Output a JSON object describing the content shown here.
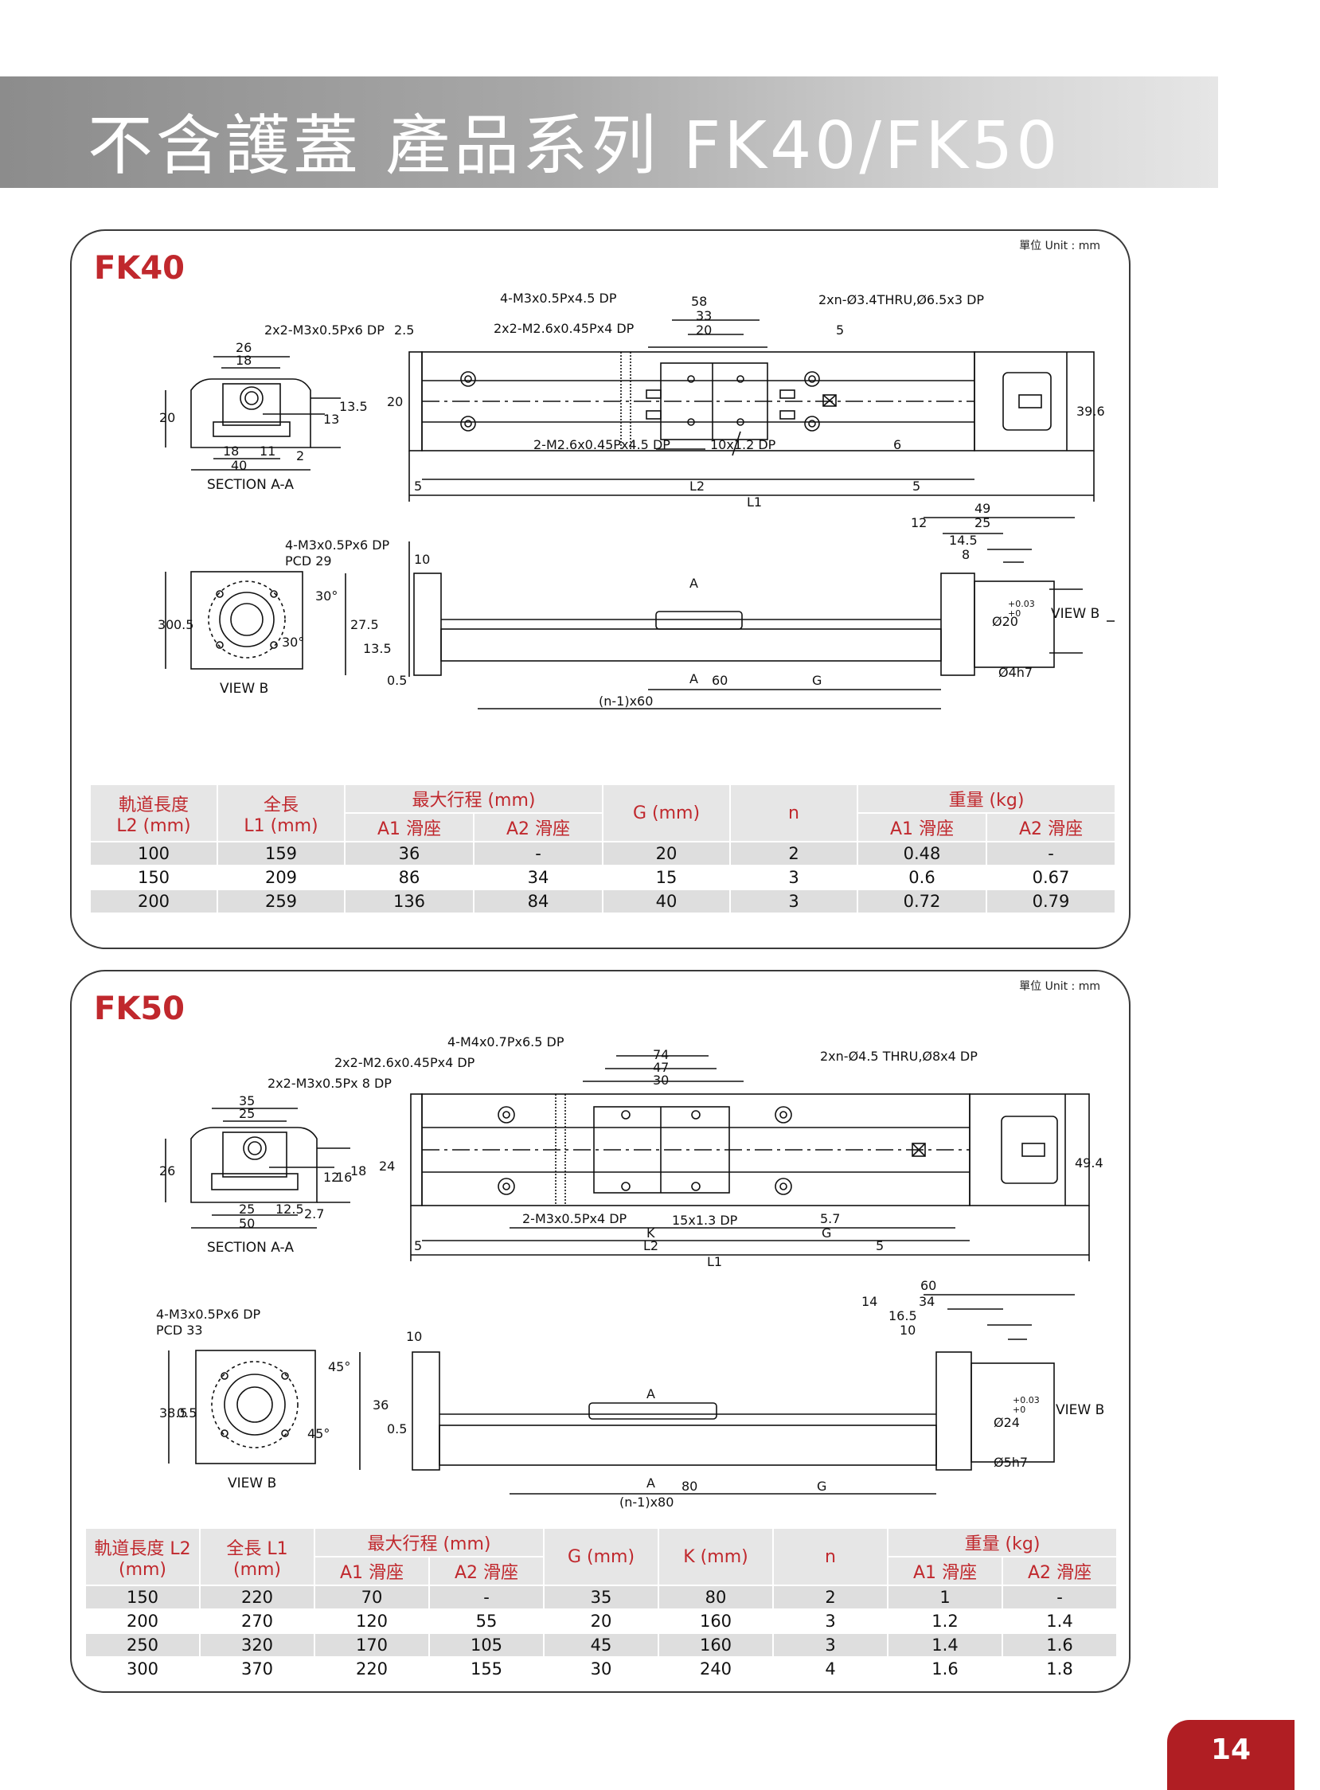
{
  "header": {
    "title": "不含護蓋 產品系列 FK40/FK50"
  },
  "unit_label": "單位 Unit : mm",
  "fk40": {
    "title": "FK40",
    "drawing": {
      "callouts": {
        "c1": "4-M3x0.5Px4.5 DP",
        "c2": "2x2-M3x0.5Px6 DP",
        "c3": "2x2-M2.6x0.45Px4 DP",
        "c4": "2xn-Ø3.4THRU,Ø6.5x3 DP",
        "c5": "2-M2.6x0.45Px4.5 DP",
        "c6": "10x1.2 DP",
        "c7": "4-M3x0.5Px6 DP",
        "c8": "PCD 29"
      },
      "dims": {
        "d58": "58",
        "d33": "33",
        "d20": "20",
        "d5a": "5",
        "d25a": "2.5",
        "d26": "26",
        "d18": "18",
        "d20l": "20",
        "d13": "13",
        "d135": "13.5",
        "d18b": "18",
        "d11": "11",
        "d40": "40",
        "d2": "2",
        "d20v": "20",
        "d396": "39.6",
        "d5b": "5",
        "dL2": "L2",
        "d5c": "5",
        "dL1": "L1",
        "d6": "6",
        "d49": "49",
        "d12": "12",
        "d25b": "25",
        "d145": "14.5",
        "d8": "8",
        "d10": "10",
        "d30": "30",
        "d05": "0.5",
        "d275": "27.5",
        "d135b": "13.5",
        "d05b": "0.5",
        "d30deg": "30°",
        "d30deg2": "30°",
        "dA": "A",
        "dA2": "A",
        "d60": "60",
        "dG": "G",
        "dn60": "(n-1)x60",
        "d20h": "Ø20",
        "dtol": "+0.03",
        "dtol2": "+0",
        "d4h7": "Ø4h7"
      },
      "labels": {
        "section": "SECTION A-A",
        "viewb": "VIEW B",
        "viewb_arrow": "VIEW B"
      }
    },
    "table": {
      "headers": {
        "rail": "軌道長度",
        "rail2": "L2 (mm)",
        "len": "全長",
        "len2": "L1 (mm)",
        "stroke": "最大行程 (mm)",
        "a1": "A1 滑座",
        "a2": "A2 滑座",
        "g": "G (mm)",
        "n": "n",
        "weight": "重量 (kg)",
        "wa1": "A1 滑座",
        "wa2": "A2 滑座"
      },
      "rows": [
        [
          "100",
          "159",
          "36",
          "-",
          "20",
          "2",
          "0.48",
          "-"
        ],
        [
          "150",
          "209",
          "86",
          "34",
          "15",
          "3",
          "0.6",
          "0.67"
        ],
        [
          "200",
          "259",
          "136",
          "84",
          "40",
          "3",
          "0.72",
          "0.79"
        ]
      ]
    }
  },
  "fk50": {
    "title": "FK50",
    "drawing": {
      "callouts": {
        "c1": "4-M4x0.7Px6.5 DP",
        "c2": "2x2-M2.6x0.45Px4 DP",
        "c3": "2x2-M3x0.5Px 8 DP",
        "c4": "2xn-Ø4.5 THRU,Ø8x4 DP",
        "c5": "2-M3x0.5Px4 DP",
        "c6": "15x1.3 DP",
        "c7": "4-M3x0.5Px6 DP",
        "c8": "PCD 33"
      },
      "dims": {
        "d74": "74",
        "d47": "47",
        "d30": "30",
        "d35": "35",
        "d25": "25",
        "d26": "26",
        "d24": "24",
        "d12": "12",
        "d16": "16",
        "d18": "18",
        "d25b": "25",
        "d125": "12.5",
        "d50": "50",
        "d27": "2.7",
        "d494": "49.4",
        "d57": "5.7",
        "dK": "K",
        "dG": "G",
        "dL2": "L2",
        "dL1": "L1",
        "d5a": "5",
        "d5b": "5",
        "d60": "60",
        "d14": "14",
        "d34": "34",
        "d165": "16.5",
        "d10": "10",
        "d10b": "10",
        "d385": "38.5",
        "d05": "0.5",
        "d36": "36",
        "d05b": "0.5",
        "d45deg": "45°",
        "d45deg2": "45°",
        "dA": "A",
        "dA2": "A",
        "d80": "80",
        "dG2": "G",
        "dn80": "(n-1)x80",
        "d24h": "Ø24",
        "dtol": "+0.03",
        "dtol2": "+0",
        "d5h7": "Ø5h7"
      },
      "labels": {
        "section": "SECTION A-A",
        "viewb": "VIEW B",
        "viewb_arrow": "VIEW B"
      }
    },
    "table": {
      "headers": {
        "rail": "軌道長度 L2",
        "rail2": "(mm)",
        "len": "全長 L1",
        "len2": "(mm)",
        "stroke": "最大行程 (mm)",
        "a1": "A1 滑座",
        "a2": "A2 滑座",
        "g": "G (mm)",
        "k": "K (mm)",
        "n": "n",
        "weight": "重量 (kg)",
        "wa1": "A1 滑座",
        "wa2": "A2 滑座"
      },
      "rows": [
        [
          "150",
          "220",
          "70",
          "-",
          "35",
          "80",
          "2",
          "1",
          "-"
        ],
        [
          "200",
          "270",
          "120",
          "55",
          "20",
          "160",
          "3",
          "1.2",
          "1.4"
        ],
        [
          "250",
          "320",
          "170",
          "105",
          "45",
          "160",
          "3",
          "1.4",
          "1.6"
        ],
        [
          "300",
          "370",
          "220",
          "155",
          "30",
          "240",
          "4",
          "1.6",
          "1.8"
        ]
      ]
    }
  },
  "page_number": "14"
}
